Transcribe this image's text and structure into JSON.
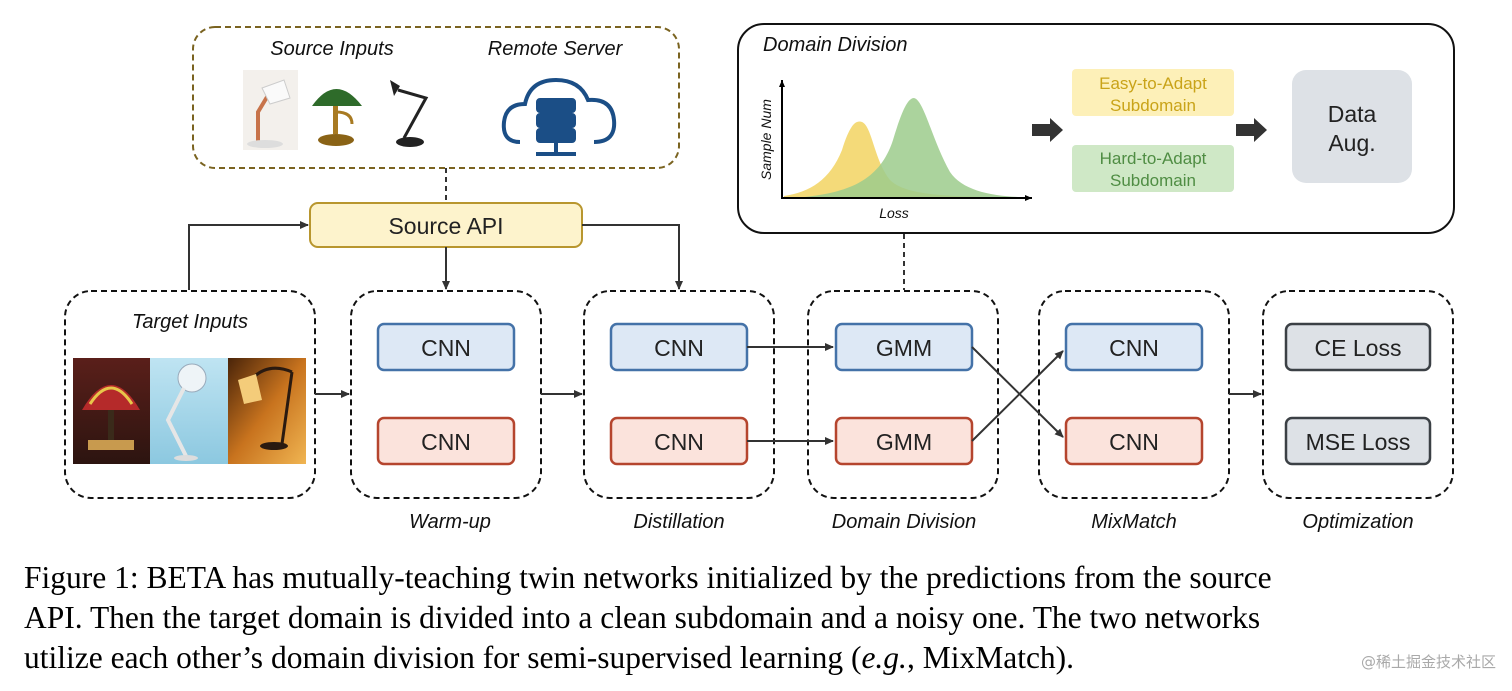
{
  "diagram": {
    "source_box": {
      "source_inputs_label": "Source Inputs",
      "remote_server_label": "Remote Server",
      "api_label": "Source API"
    },
    "target_inputs_label": "Target Inputs",
    "domain_division_panel": {
      "title": "Domain Division",
      "y_axis_label": "Sample Num",
      "x_axis_label": "Loss",
      "easy_line1": "Easy-to-Adapt",
      "easy_line2": "Subdomain",
      "hard_line1": "Hard-to-Adapt",
      "hard_line2": "Subdomain",
      "aug_line1": "Data",
      "aug_line2": "Aug."
    },
    "stages": {
      "warmup": {
        "label": "Warm-up",
        "top": "CNN",
        "bottom": "CNN"
      },
      "distillation": {
        "label": "Distillation",
        "top": "CNN",
        "bottom": "CNN"
      },
      "domain_division": {
        "label": "Domain Division",
        "top": "GMM",
        "bottom": "GMM"
      },
      "mixmatch": {
        "label": "MixMatch",
        "top": "CNN",
        "bottom": "CNN"
      },
      "optimization": {
        "label": "Optimization",
        "top": "CE Loss",
        "bottom": "MSE Loss"
      }
    },
    "colors": {
      "api_fill": "#fdf3cc",
      "api_stroke": "#b8962e",
      "blue_fill": "#dde8f5",
      "blue_stroke": "#4472a8",
      "red_fill": "#fbe3dc",
      "red_stroke": "#b5452e",
      "gray_fill": "#dde1e6",
      "gray_stroke": "#3b4045",
      "easy_fill": "#fdf0b8",
      "easy_text": "#c9a318",
      "hard_fill": "#cfe8c6",
      "hard_text": "#4f8d43",
      "yellow_curve": "#f2d461",
      "green_curve": "#9ccb8c"
    }
  },
  "caption": {
    "line1": "Figure 1: BETA has mutually-teaching twin networks initialized by the predictions from the source",
    "line2": "API. Then the target domain is divided into a clean subdomain and a noisy one. The two networks",
    "line3_a": "utilize each other’s domain division for semi-supervised learning (",
    "line3_eg": "e.g.",
    "line3_b": ", MixMatch)."
  },
  "watermark": "@稀土掘金技术社区"
}
